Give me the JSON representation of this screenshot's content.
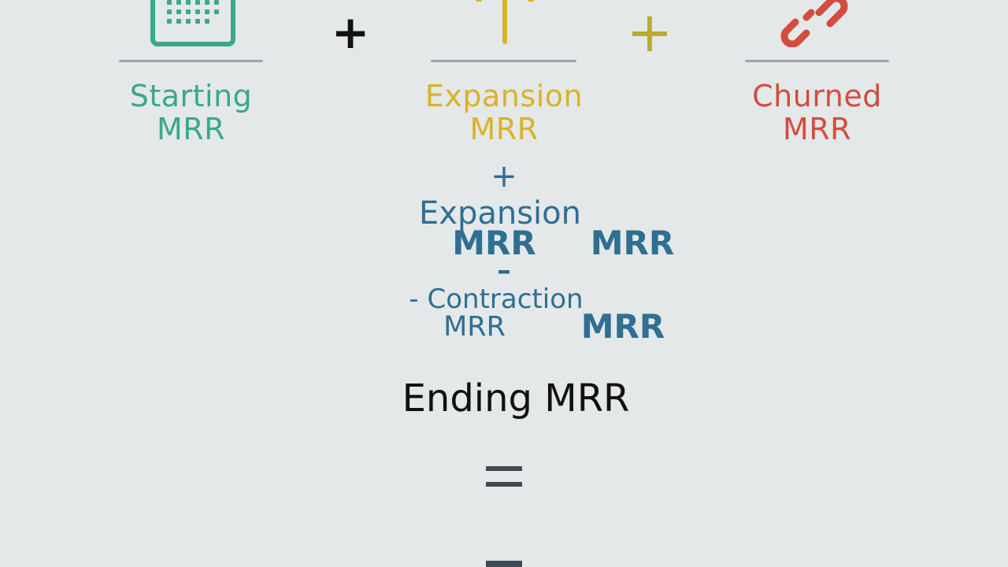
{
  "terms": {
    "starting": {
      "line1": "Starting",
      "line2": "MRR",
      "color": "#3aa88c",
      "icon": "calendar-icon"
    },
    "expansion": {
      "line1": "Expansion",
      "line2": "MRR",
      "color": "#d8b32a",
      "icon": "upward-arrow-icon"
    },
    "churned": {
      "line1": "Churned",
      "line2": "MRR",
      "color": "#d24d3f",
      "icon": "broken-link-icon"
    }
  },
  "operators": {
    "plus_1": "+",
    "plus_2": "+",
    "plus_3": "+",
    "minus": "–",
    "equals": "="
  },
  "middle": {
    "expansion_line1": "Expansion",
    "expansion_line2": "MRR",
    "side_mrr_1": "MRR",
    "contraction_line1": "- Contraction",
    "contraction_line2": "MRR",
    "side_mrr_2": "MRR",
    "color": "#2f6f92"
  },
  "result": {
    "label": "Ending MRR"
  }
}
